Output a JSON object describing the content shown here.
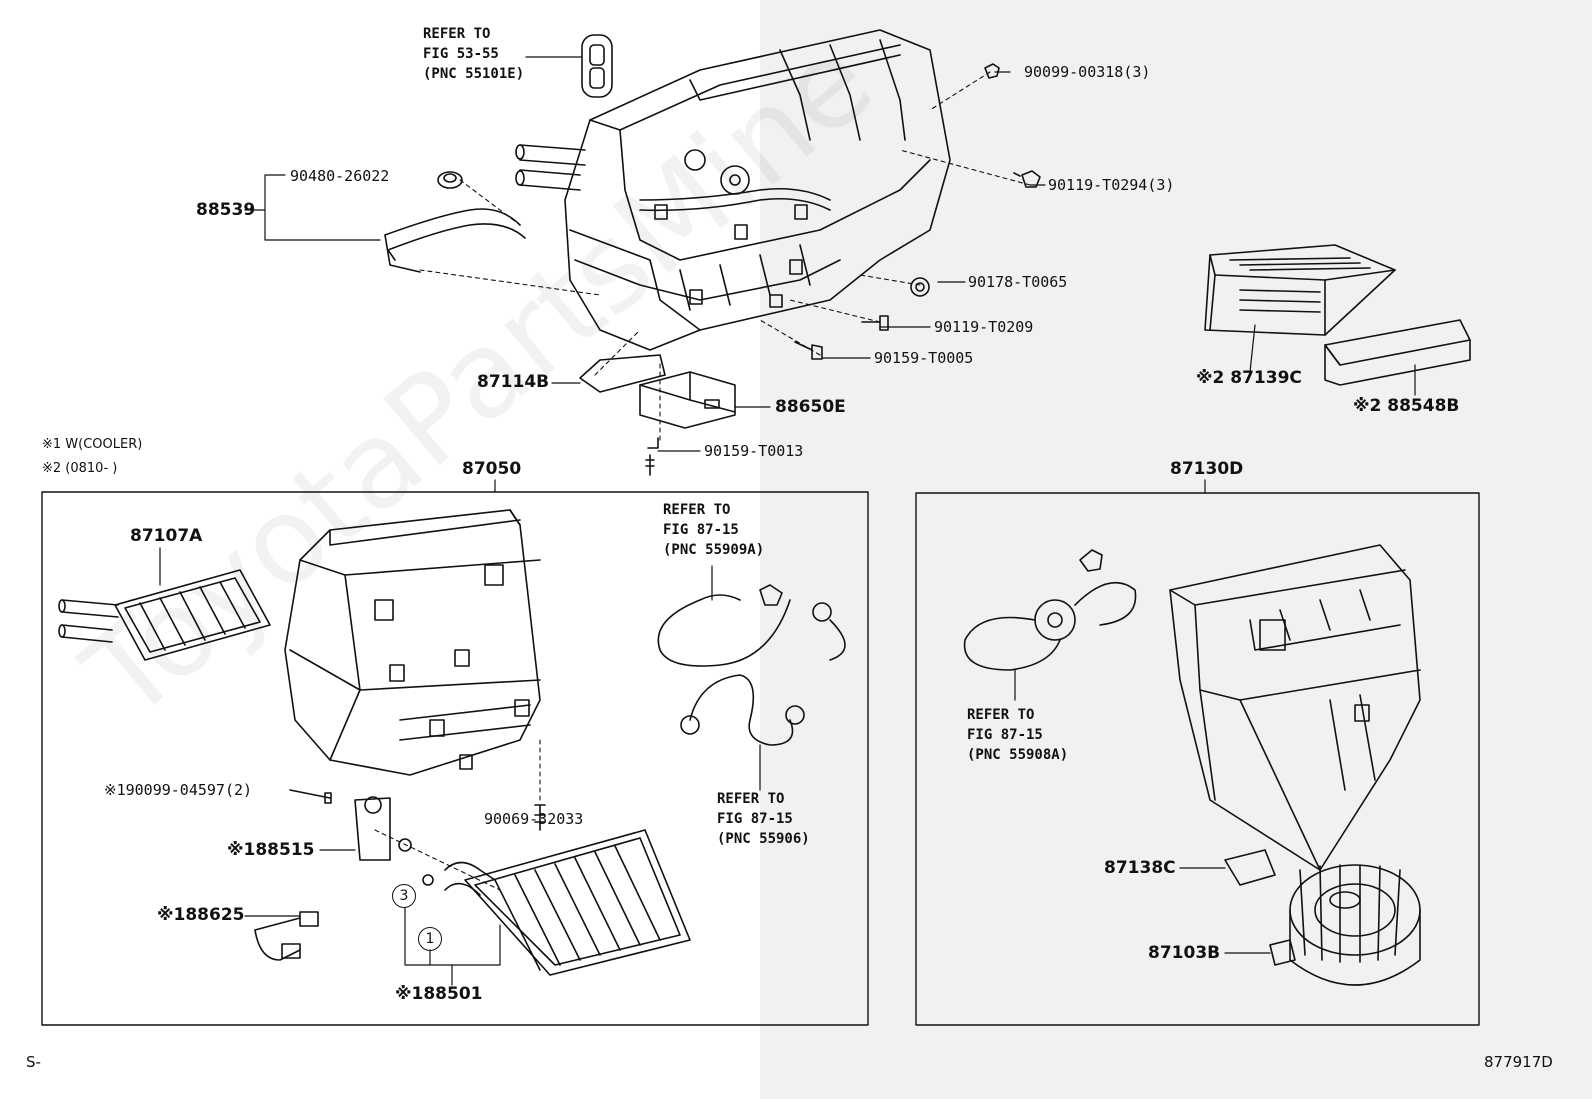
{
  "watermark": "ToyotaPartsMine",
  "notes": {
    "n1": "※1 W(COOLER)",
    "n2": "※2 (0810-    )"
  },
  "refs": {
    "r1": [
      "REFER TO",
      "FIG 53-55",
      "(PNC 55101E)"
    ],
    "r2": [
      "REFER TO",
      "FIG 87-15",
      "(PNC 55909A)"
    ],
    "r3": [
      "REFER TO",
      "FIG 87-15",
      "(PNC 55906)"
    ],
    "r4": [
      "REFER TO",
      "FIG 87-15",
      "(PNC 55908A)"
    ]
  },
  "parts": {
    "p90099_00318": "90099-00318(3)",
    "p90119_T0294": "90119-T0294(3)",
    "p90480_26022": "90480-26022",
    "p88539": "88539",
    "p90178_T0065": "90178-T0065",
    "p90119_T0209": "90119-T0209",
    "p90159_T0005": "90159-T0005",
    "p87114B": "87114B",
    "p88650E": "88650E",
    "p90159_T0013": "90159-T0013",
    "p87139C": "※2 87139C",
    "p88548B": "※2 88548B",
    "p87050": "87050",
    "p87130D": "87130D",
    "p87107A": "87107A",
    "p90099_04597": "※190099-04597(2)",
    "p90069_32033": "90069-32033",
    "p88515": "※188515",
    "p88625": "※188625",
    "p88501": "※188501",
    "p87138C": "87138C",
    "p87103B": "87103B"
  },
  "circles": {
    "c3": "3",
    "c1": "1"
  },
  "footer": {
    "left": "S-",
    "right": "877917D"
  }
}
